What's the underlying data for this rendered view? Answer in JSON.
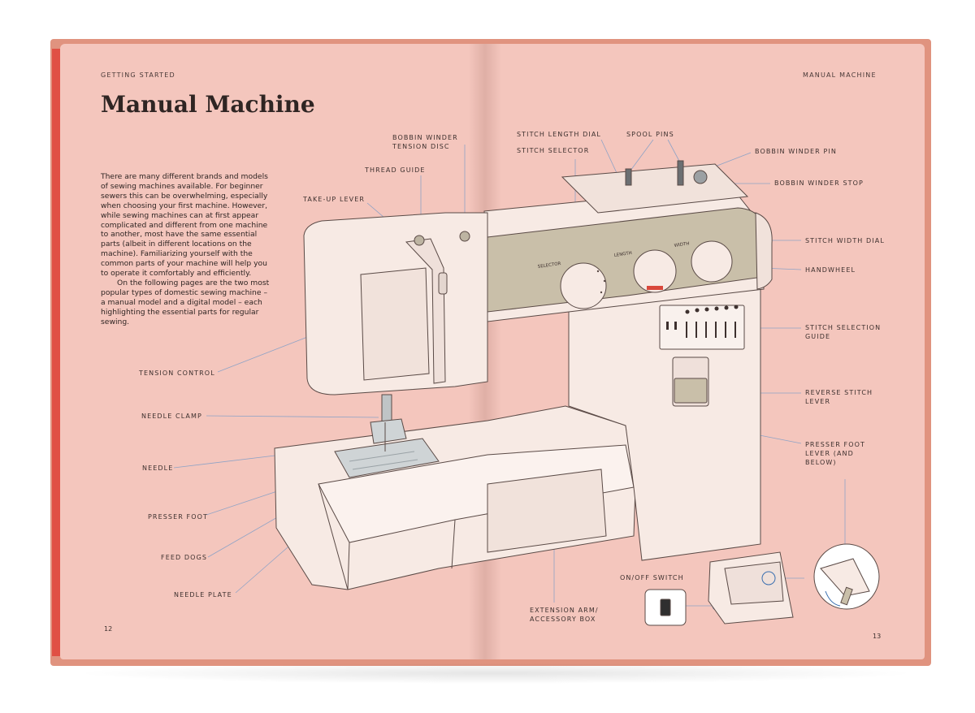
{
  "left_page": {
    "running_head": "GETTING STARTED",
    "title": "Manual Machine",
    "intro_paragraphs": [
      "There are many different brands and models of sewing machines available. For beginner sewers this can be overwhelming, especially when choosing your first machine. However, while sewing machines can at first appear complicated and different from one machine to another, most have the same essential parts (albeit in different locations on the machine). Familiarizing yourself with the common parts of your machine will help you to operate it comfortably and efficiently.",
      "On the following pages are the two most popular types of domestic sewing machine – a manual model and a digital model – each highlighting the essential parts for regular sewing."
    ],
    "page_number": "12"
  },
  "right_page": {
    "running_head": "MANUAL MACHINE",
    "page_number": "13"
  },
  "labels": {
    "bobbin_winder_tension_disc": "BOBBIN WINDER\nTENSION DISC",
    "thread_guide": "THREAD GUIDE",
    "take_up_lever": "TAKE-UP LEVER",
    "tension_control": "TENSION CONTROL",
    "needle_clamp": "NEEDLE CLAMP",
    "needle": "NEEDLE",
    "presser_foot": "PRESSER FOOT",
    "feed_dogs": "FEED DOGS",
    "needle_plate": "NEEDLE PLATE",
    "stitch_length_dial": "STITCH LENGTH DIAL",
    "stitch_selector": "STITCH SELECTOR",
    "spool_pins": "SPOOL PINS",
    "bobbin_winder_pin": "BOBBIN WINDER PIN",
    "bobbin_winder_stop": "BOBBIN WINDER STOP",
    "stitch_width_dial": "STITCH WIDTH DIAL",
    "handwheel": "HANDWHEEL",
    "stitch_selection_guide": "STITCH SELECTION\nGUIDE",
    "reverse_stitch_lever": "REVERSE STITCH\nLEVER",
    "presser_foot_lever": "PRESSER FOOT\nLEVER (AND\nBELOW)",
    "on_off_switch": "ON/OFF SWITCH",
    "extension_arm": "EXTENSION ARM/\nACCESSORY BOX"
  },
  "machine": {
    "dial_labels": {
      "selector": "SELECTOR",
      "length": "LENGTH",
      "width": "WIDTH"
    },
    "colors": {
      "page": "#f4c6bd",
      "body": "#f7eae4",
      "panel": "#c9bfa9",
      "leader": "#8fa3c6",
      "indicator": "#d9483b"
    }
  }
}
